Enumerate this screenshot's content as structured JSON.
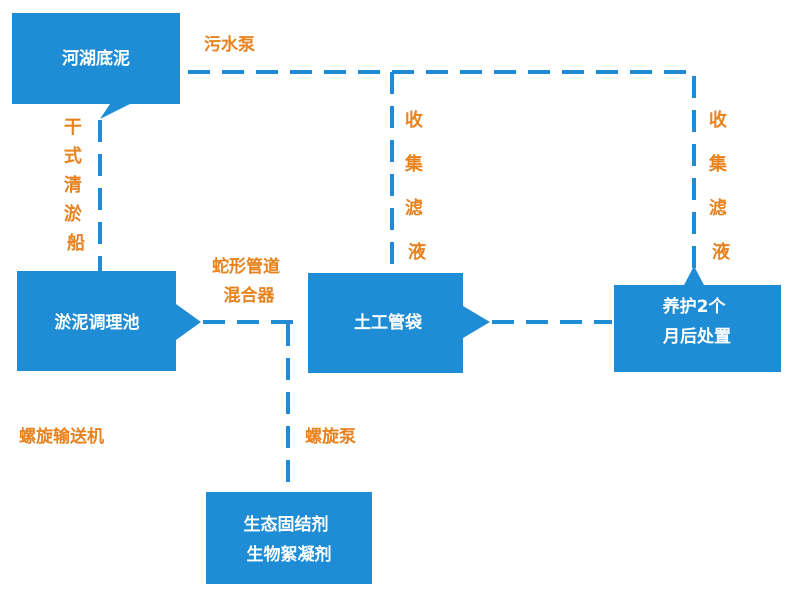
{
  "colors": {
    "box_fill": "#1F8DD6",
    "connector": "#1F8DD6",
    "label": "#E8821E",
    "box_text": "#FFFFFF"
  },
  "nodes": {
    "sludge_source": "河湖底泥",
    "conditioning_tank": [
      "淤泥调理池"
    ],
    "geotube": [
      "土工管袋"
    ],
    "curing": [
      "养护2个",
      "月后处置"
    ],
    "additives": [
      "生态固结剂",
      "生物絮凝剂"
    ]
  },
  "labels": {
    "sewage_pump": "污水泵",
    "dredger": [
      "干",
      "式",
      "清",
      "淤",
      "船"
    ],
    "serpentine_mixer": [
      "蛇形管道",
      "混合器"
    ],
    "filtrate_1": [
      "收",
      "集",
      "滤",
      "液"
    ],
    "filtrate_2": [
      "收",
      "集",
      "滤",
      "液"
    ],
    "screw_conveyor": "螺旋输送机",
    "screw_pump": "螺旋泵"
  }
}
